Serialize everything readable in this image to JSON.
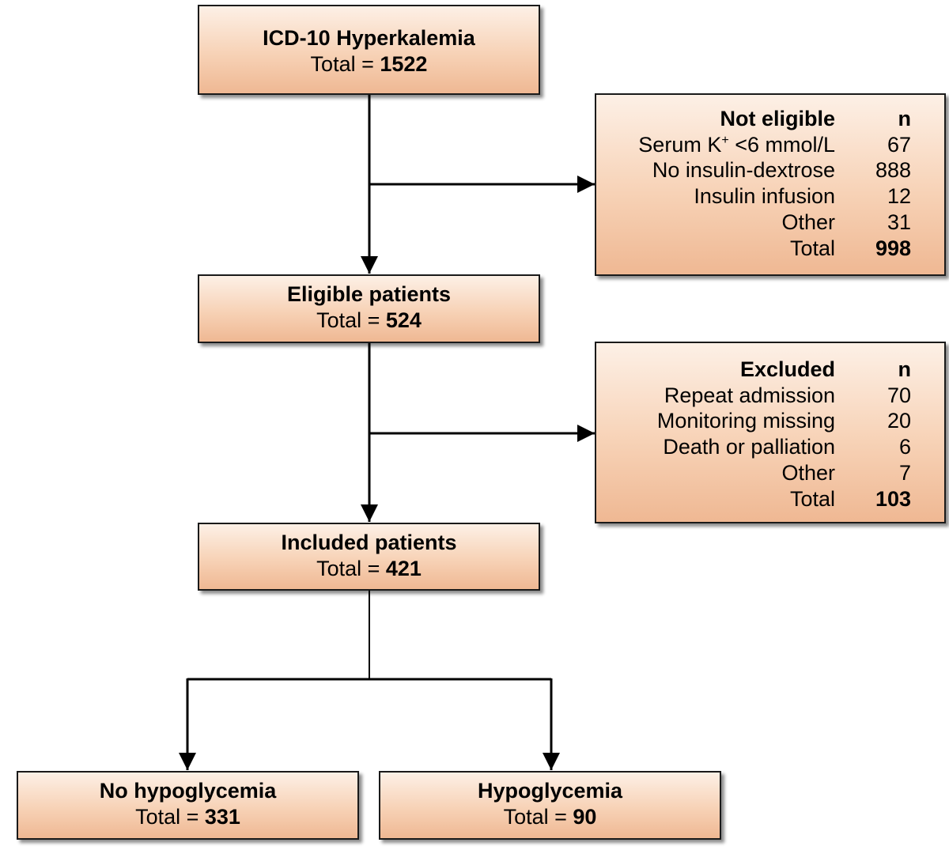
{
  "boxes": {
    "icd": {
      "title": "ICD-10 Hyperkalemia",
      "total_label": "Total = ",
      "total": "1522"
    },
    "eligible": {
      "title": "Eligible patients",
      "total_label": "Total = ",
      "total": "524"
    },
    "included": {
      "title": "Included patients",
      "total_label": "Total = ",
      "total": "421"
    },
    "no_hypo": {
      "title": "No hypoglycemia",
      "total_label": "Total = ",
      "total": "331"
    },
    "hypo": {
      "title": "Hypoglycemia",
      "total_label": "Total = ",
      "total": "90"
    }
  },
  "not_eligible": {
    "header": "Not eligible",
    "n_header": "n",
    "rows": [
      {
        "label_pre": "Serum K",
        "label_sup": "+",
        "label_post": " <6 mmol/L",
        "n": "67"
      },
      {
        "label": "No insulin-dextrose",
        "n": "888"
      },
      {
        "label": "Insulin infusion",
        "n": "12"
      },
      {
        "label": "Other",
        "n": "31"
      }
    ],
    "total_label": "Total",
    "total": "998"
  },
  "excluded": {
    "header": "Excluded",
    "n_header": "n",
    "rows": [
      {
        "label": "Repeat admission",
        "n": "70"
      },
      {
        "label": "Monitoring missing",
        "n": "20"
      },
      {
        "label": "Death or palliation",
        "n": "6"
      },
      {
        "label": "Other",
        "n": "7"
      }
    ],
    "total_label": "Total",
    "total": "103"
  },
  "colors": {
    "box_fill_top": "#fdf0e6",
    "box_fill_bottom": "#efb893",
    "border": "#1a1a1a",
    "connector": "#000000"
  }
}
